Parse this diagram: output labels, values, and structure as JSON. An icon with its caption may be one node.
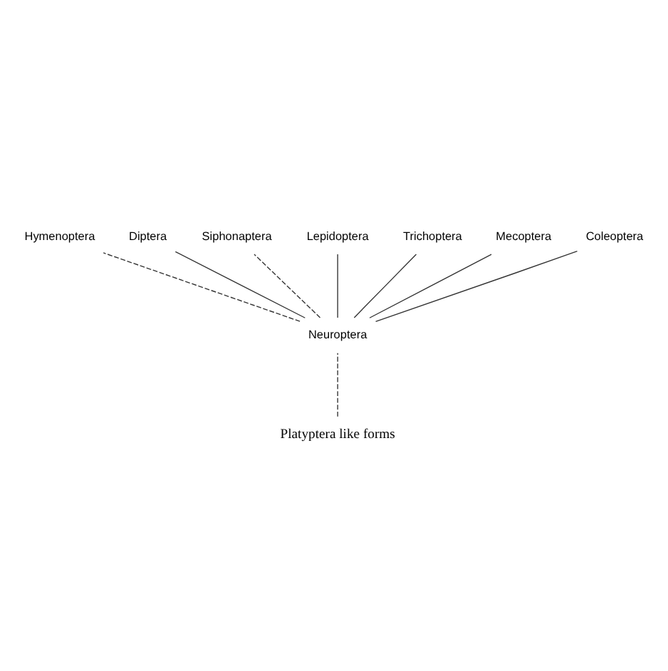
{
  "diagram": {
    "nodes": [
      {
        "text": [
          "Hymenoptera"
        ]
      },
      {
        "text": [
          "Diptera"
        ]
      },
      {
        "text": [
          "Siphonaptera"
        ]
      },
      {
        "text": [
          "Lepidoptera"
        ]
      },
      {
        "text": [
          "Trichoptera"
        ]
      },
      {
        "text": [
          "Mecoptera"
        ]
      },
      {
        "text": [
          "Coleoptera"
        ]
      },
      {
        "text": [
          "Neuroptera"
        ]
      },
      {
        "text": [
          "Platyptera like forms"
        ]
      }
    ],
    "edges": [
      {
        "from": 8,
        "to": 7,
        "arrow": "none",
        "style": "dashed"
      },
      {
        "from": 7,
        "to": 6,
        "arrow": "none"
      },
      {
        "from": 7,
        "to": 5,
        "arrow": "none"
      },
      {
        "from": 7,
        "to": 4,
        "arrow": "none"
      },
      {
        "from": 7,
        "to": 1,
        "arrow": "none"
      },
      {
        "from": 7,
        "to": 2,
        "arrow": "none",
        "style": "dashed"
      },
      {
        "from": 7,
        "to": 0,
        "arrow": "none",
        "style": "dashed"
      },
      {
        "from": 7,
        "to": 3,
        "arrow": "none"
      }
    ]
  }
}
